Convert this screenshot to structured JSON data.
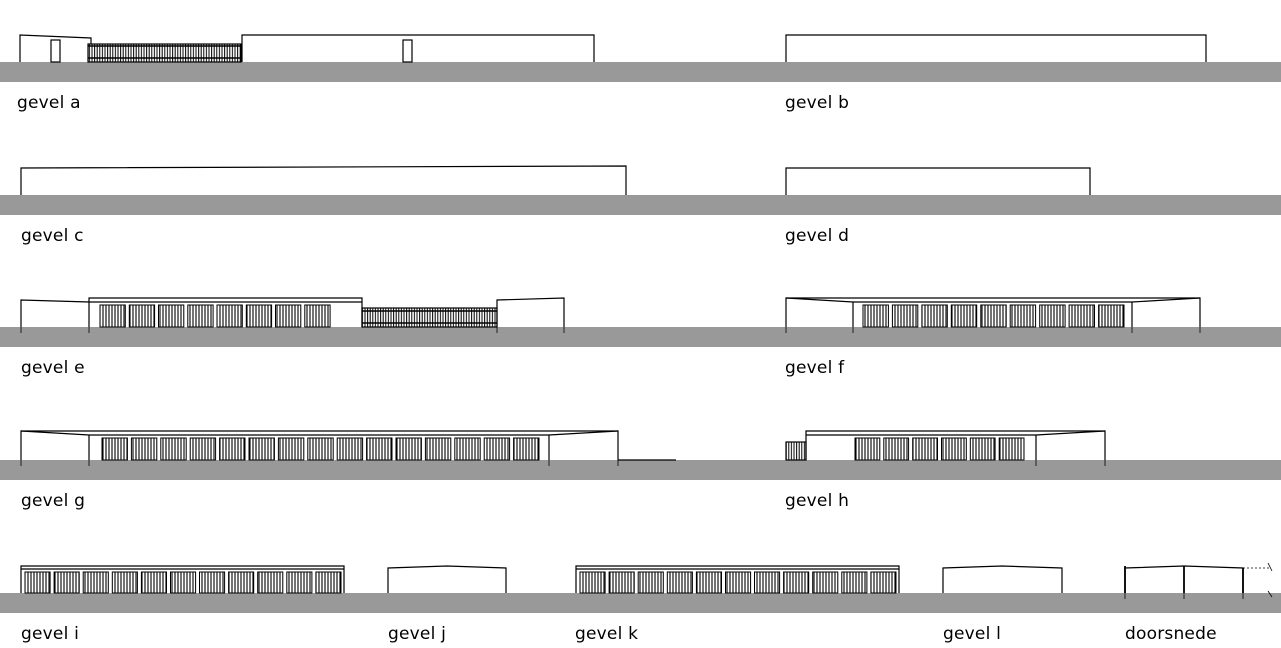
{
  "colors": {
    "ground": "#999999",
    "line": "#000000",
    "background": "#ffffff"
  },
  "elevations": {
    "a": "gevel a",
    "b": "gevel b",
    "c": "gevel c",
    "d": "gevel d",
    "e": "gevel e",
    "f": "gevel f",
    "g": "gevel g",
    "h": "gevel h",
    "i": "gevel i",
    "j": "gevel j",
    "k": "gevel k",
    "l": "gevel l"
  },
  "section": "doorsnede"
}
